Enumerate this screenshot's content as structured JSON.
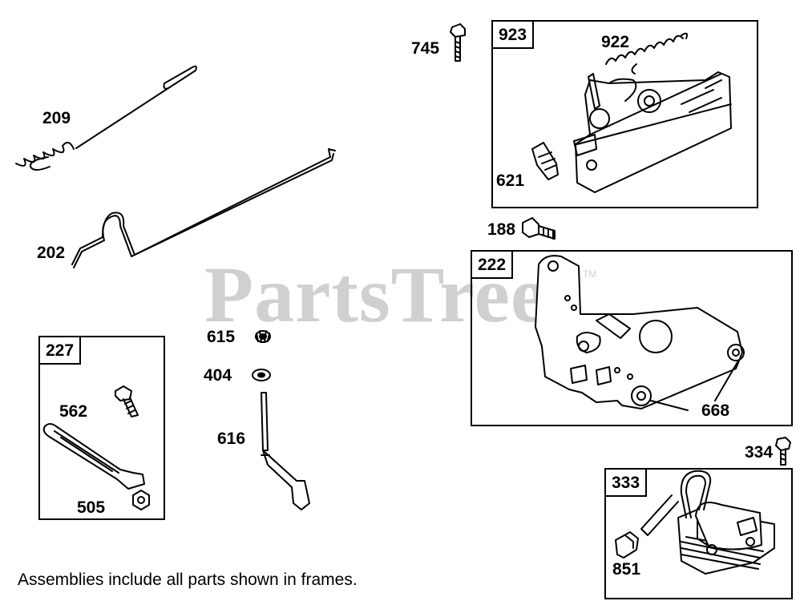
{
  "watermark": {
    "text": "PartsTree",
    "trademark": "TM"
  },
  "footnote": "Assemblies include all parts shown in frames.",
  "frames": {
    "f923": {
      "tag": "923"
    },
    "f222": {
      "tag": "222"
    },
    "f227": {
      "tag": "227"
    },
    "f333": {
      "tag": "333"
    }
  },
  "parts": {
    "p209": "209",
    "p202": "202",
    "p745": "745",
    "p922": "922",
    "p621": "621",
    "p188": "188",
    "p668": "668",
    "p615": "615",
    "p404": "404",
    "p616": "616",
    "p562": "562",
    "p505": "505",
    "p334": "334",
    "p851": "851"
  }
}
